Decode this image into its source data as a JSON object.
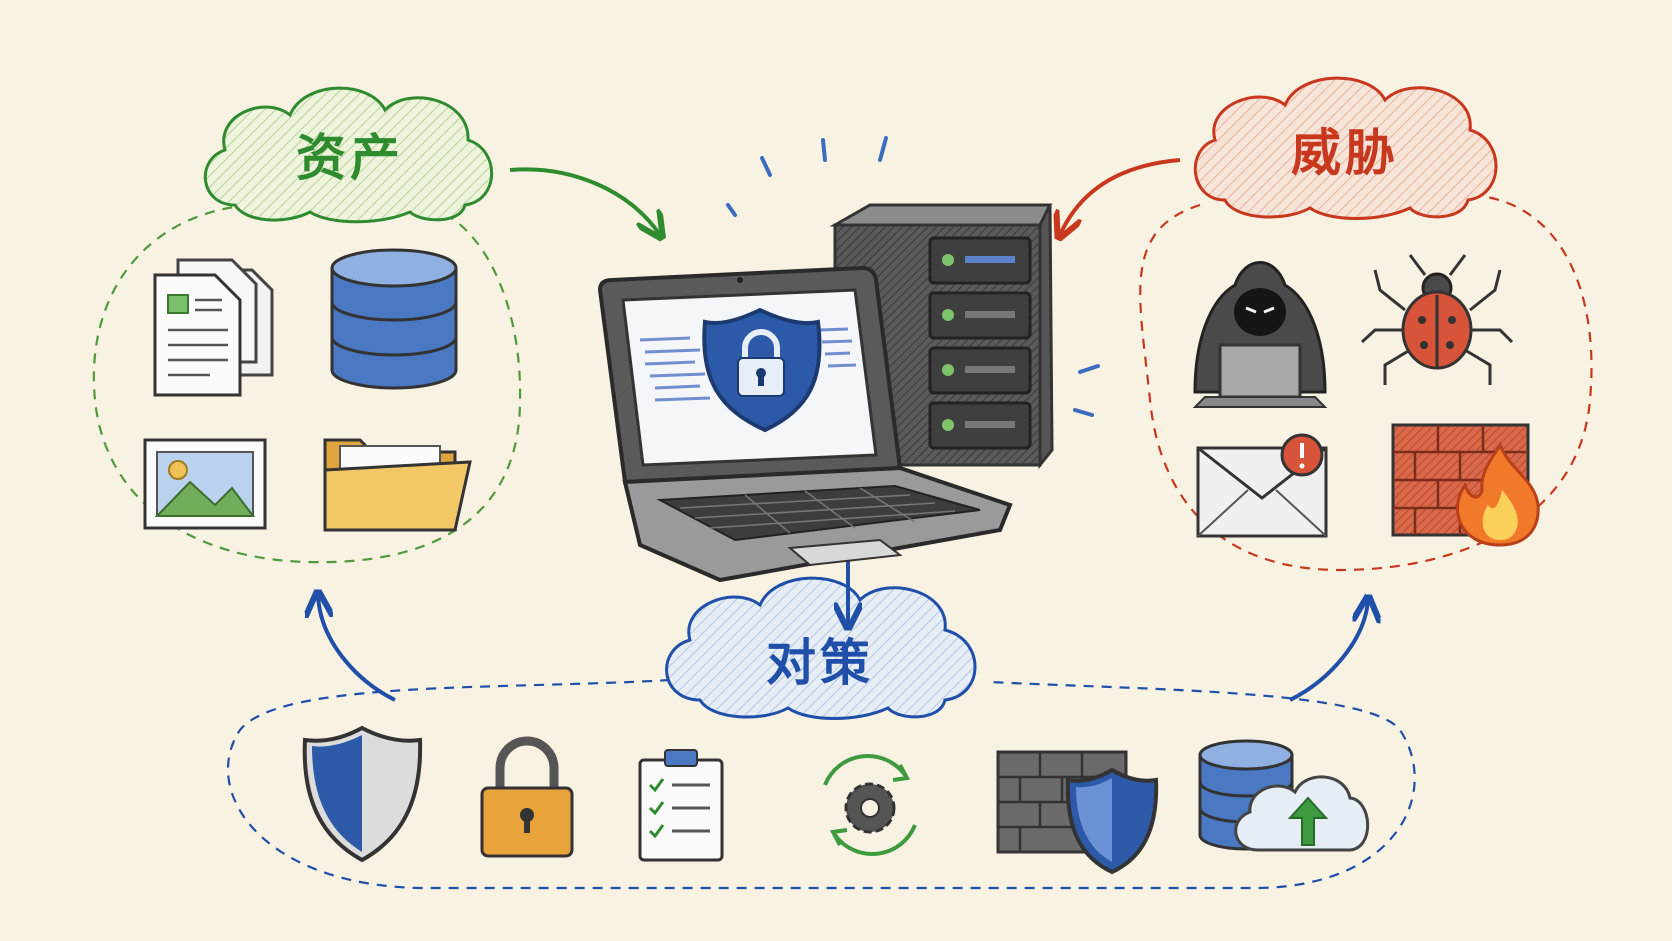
{
  "labels": {
    "assets": "资产",
    "threats": "威胁",
    "countermeasures": "对策"
  },
  "colors": {
    "background": "#f8f2e3",
    "assets": "#2e8b2e",
    "threats": "#c8381f",
    "countermeasures": "#1f4fa8",
    "ink": "#333333"
  },
  "icons": {
    "center": [
      "laptop-icon",
      "shield-lock-icon",
      "server-rack-icon"
    ],
    "assets": [
      "documents-icon",
      "database-icon",
      "image-icon",
      "folder-icon"
    ],
    "threats": [
      "hacker-icon",
      "bug-icon",
      "phishing-email-icon",
      "firewall-fire-icon"
    ],
    "countermeasures": [
      "shield-icon",
      "padlock-icon",
      "checklist-icon",
      "gear-sync-icon",
      "firewall-shield-icon",
      "database-cloud-backup-icon"
    ]
  }
}
